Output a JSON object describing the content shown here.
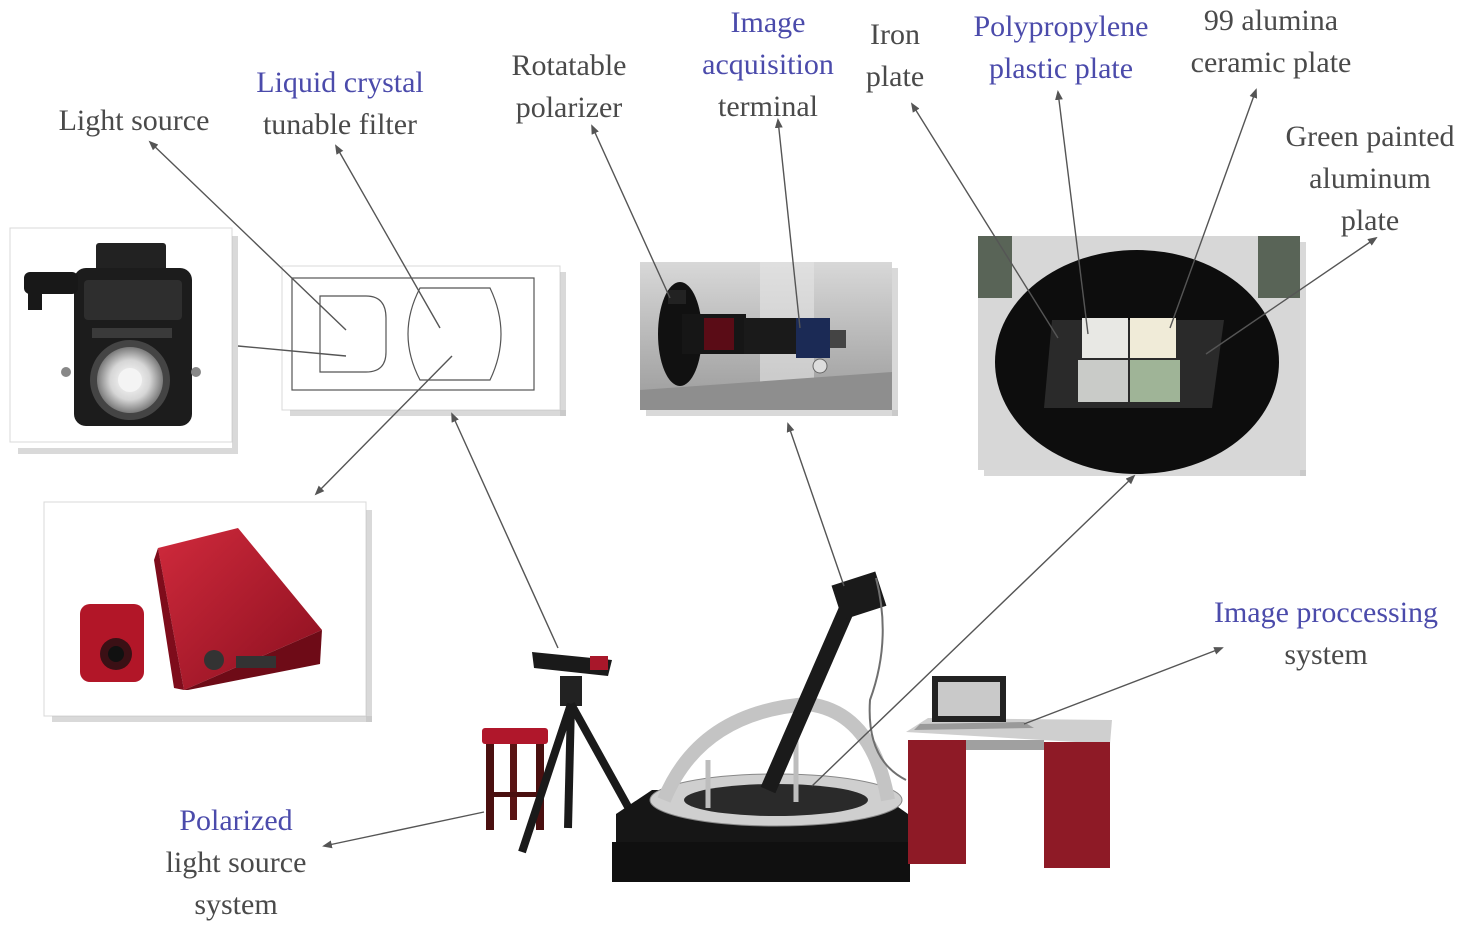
{
  "colors": {
    "label_blue": "#4b4bab",
    "label_gray": "#4a4a4a",
    "arrow": "#555555",
    "case_red": "#b0172b",
    "device_black": "#1a1a1a"
  },
  "labels": {
    "light_source": [
      "Light source"
    ],
    "lctf": [
      "Liquid crystal",
      "tunable filter"
    ],
    "rotatable_polarizer": [
      "Rotatable",
      "polarizer"
    ],
    "image_acquisition": [
      "Image",
      "acquisition",
      "terminal"
    ],
    "iron_plate": [
      "Iron",
      "plate"
    ],
    "polypropylene": [
      "Polypropylene",
      "plastic plate"
    ],
    "alumina": [
      "99 alumina",
      "ceramic plate"
    ],
    "green_aluminum": [
      "Green painted",
      "aluminum",
      "plate"
    ],
    "image_processing": [
      "Image proccessing",
      "system"
    ],
    "polarized_light": [
      "Polarized",
      "light source",
      "system"
    ]
  }
}
